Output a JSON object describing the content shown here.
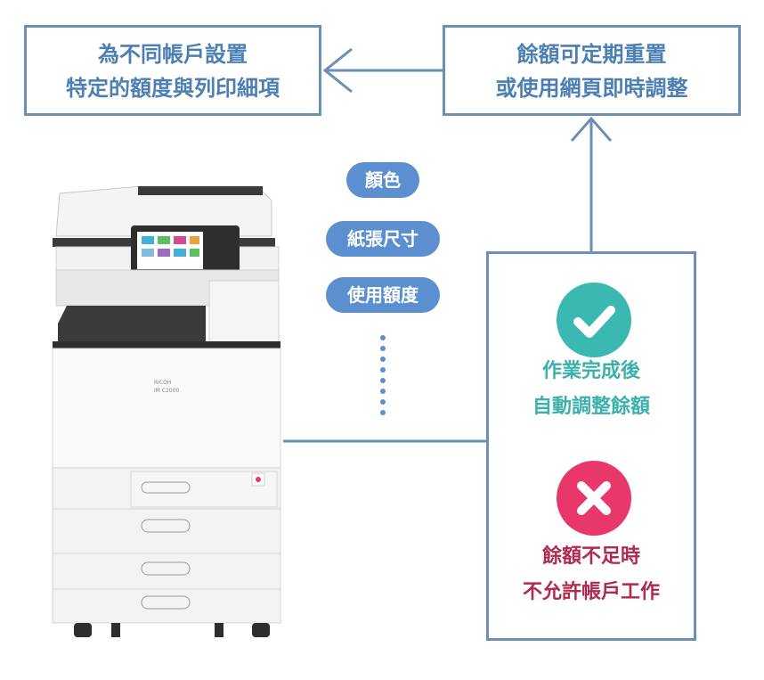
{
  "top_left_box": {
    "line1": "為不同帳戶設置",
    "line2": "特定的額度與列印細項"
  },
  "top_right_box": {
    "line1": "餘額可定期重置",
    "line2": "或使用網頁即時調整"
  },
  "tags": [
    "顏色",
    "紙張尺寸",
    "使用額度"
  ],
  "result_box": {
    "ok": {
      "icon": "check-icon",
      "line1": "作業完成後",
      "line2": "自動調整餘額"
    },
    "fail": {
      "icon": "cross-icon",
      "line1": "餘額不足時",
      "line2": "不允許帳戶工作"
    }
  },
  "printer": {
    "brand": "RICOH",
    "model": "IM C2000"
  },
  "colors": {
    "border": "#6b8fb5",
    "text_blue": "#4d7fb3",
    "pill": "#5b8fcf",
    "ok": "#3cb8b3",
    "fail": "#e8386b"
  }
}
